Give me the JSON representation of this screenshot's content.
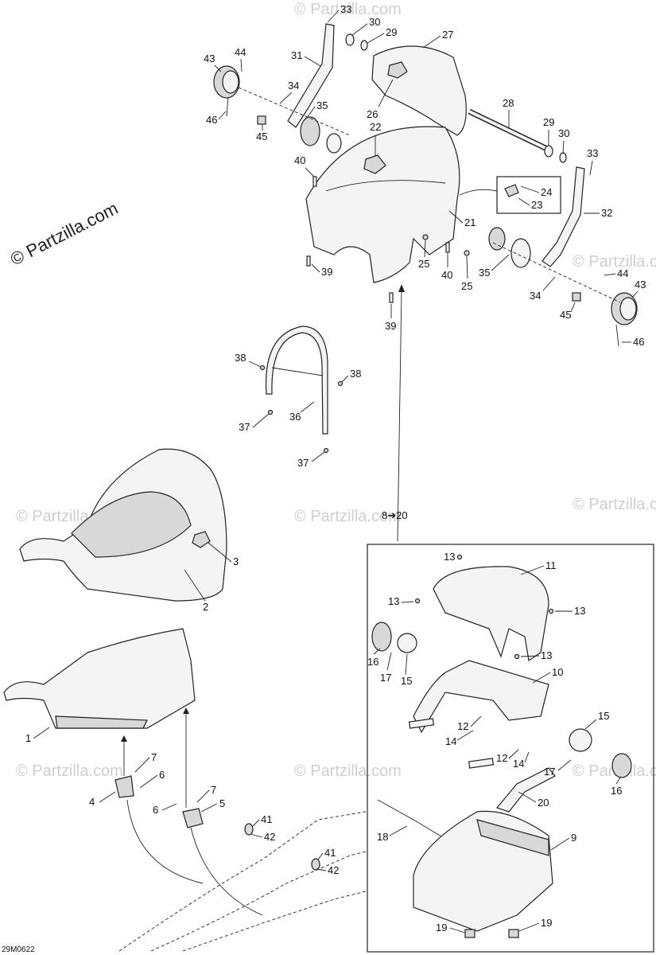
{
  "watermark": {
    "main": "© Partzilla.com",
    "faded": "© Partzilla.com"
  },
  "diagram_code": "29M0622",
  "inset_reference": "8➔20",
  "callouts": [
    "1",
    "2",
    "3",
    "4",
    "5",
    "6",
    "7",
    "8",
    "9",
    "10",
    "11",
    "12",
    "13",
    "14",
    "15",
    "16",
    "17",
    "18",
    "19",
    "20",
    "21",
    "22",
    "23",
    "24",
    "25",
    "26",
    "27",
    "28",
    "29",
    "30",
    "31",
    "32",
    "33",
    "34",
    "35",
    "36",
    "37",
    "38",
    "39",
    "40",
    "41",
    "42",
    "43",
    "44",
    "45",
    "46"
  ]
}
